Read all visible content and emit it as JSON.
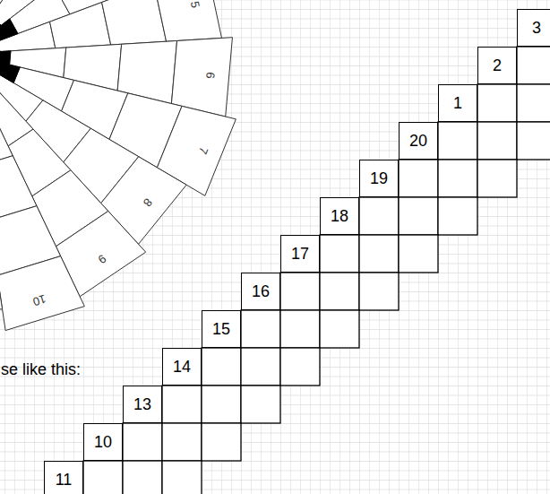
{
  "diagram": {
    "nodes": [
      {
        "text": [
          "3"
        ]
      },
      {
        "text": [
          "2"
        ]
      },
      {
        "text": [
          "1"
        ]
      },
      {
        "text": [
          "20"
        ]
      },
      {
        "text": [
          "19"
        ]
      },
      {
        "text": [
          "18"
        ]
      },
      {
        "text": [
          "17"
        ]
      },
      {
        "text": [
          "16"
        ]
      },
      {
        "text": [
          "15"
        ]
      },
      {
        "text": [
          "14"
        ]
      },
      {
        "text": [
          "13"
        ]
      },
      {
        "text": [
          "10"
        ]
      },
      {
        "text": [
          "11"
        ]
      }
    ],
    "labels": [
      "5",
      "6",
      "7",
      "8",
      "9",
      "10",
      "se like this:"
    ]
  }
}
